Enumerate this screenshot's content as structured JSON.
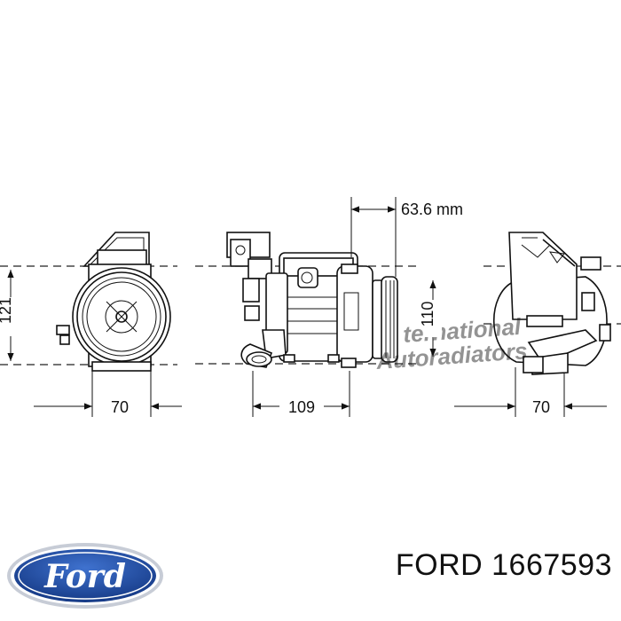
{
  "diagram": {
    "dimensions": {
      "top_offset": "63.6 mm",
      "left_height": "121",
      "left_width": "70",
      "center_width": "109",
      "center_height": "110",
      "right_width": "70"
    },
    "watermark": [
      "ternational",
      "Autoradiators"
    ]
  },
  "brand": {
    "logo_text": "Ford",
    "logo_colors": {
      "outer": "#1a3f8f",
      "inner": "#2a5bb8",
      "text": "#ffffff",
      "rim": "#c7ccd6"
    }
  },
  "caption": "FORD 1667593"
}
